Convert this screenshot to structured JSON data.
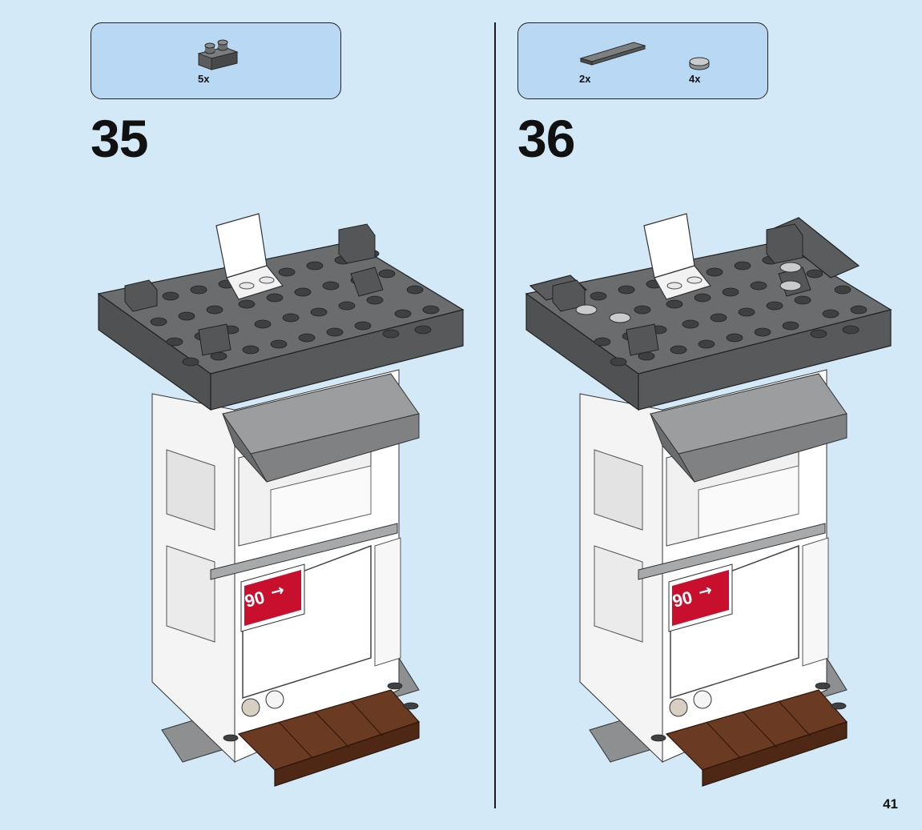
{
  "page_number": "41",
  "steps": [
    {
      "number": "35",
      "parts": [
        {
          "icon": "dark-grey-brick-1x2-with-grille-icon",
          "qty": "5x"
        }
      ]
    },
    {
      "number": "36",
      "parts": [
        {
          "icon": "dark-grey-tile-1x4-icon",
          "qty": "2x"
        },
        {
          "icon": "light-grey-round-tile-1x1-icon",
          "qty": "4x"
        }
      ]
    }
  ],
  "sign": {
    "text": "90"
  },
  "colors": {
    "background": "#d3e9f8",
    "parts_box": "#b9d8f3",
    "roof": "#5f6163",
    "wall": "#ffffff",
    "sign_red": "#c8102e",
    "deck_brown": "#6b3a22"
  }
}
